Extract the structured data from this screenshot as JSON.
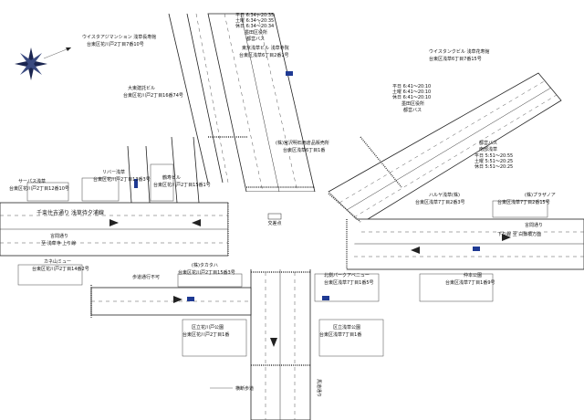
{
  "diagram": {
    "center_label": "交差点",
    "buildings": [
      {
        "name": "ウイスタアジマンション 浅草長寿館",
        "address": "台東区花川戸2丁目7番10号"
      },
      {
        "name": "東京浅草ビル 浅草寺院",
        "address": "台東区浅草6丁目2番1号"
      },
      {
        "name": "ウイスタンクビル 浅草花寿館",
        "address": "台東区浅草6丁目7番15号"
      },
      {
        "name": "大東建託ビル",
        "address": "台東区花川戸2丁目16番74号"
      },
      {
        "name": "(株)宮沢明石雨倉品販売所",
        "address": "台東区浅草6丁目1番"
      },
      {
        "name": "リバー浅草",
        "address": "台東区花川戸2丁目13番3号"
      },
      {
        "name": "サーパス浅草",
        "address": "台東区花川戸2丁目12番10号"
      },
      {
        "name": "鶴寿ビル",
        "address": "台東区花川戸2丁目15番1号"
      },
      {
        "name": "ハルヤ浅草(株)",
        "address": "台東区浅草7丁目2番3号"
      },
      {
        "name": "(株)プラザノア",
        "address": "台東区浅草7丁目2番15号"
      },
      {
        "name": "カネ山ミュー",
        "address": "台東区花川戸2丁目14番2号"
      },
      {
        "name": "(株)タカタハ",
        "address": "台東区花川戸2丁目15番3号"
      },
      {
        "name": "北側パークアベニュー",
        "address": "台東区浅草7丁目1番5号"
      },
      {
        "name": "仲本公園",
        "address": "台東区浅草7丁目1番9号"
      },
      {
        "name": "区立花川戸公園",
        "address": "台東区花川戸2丁目1番"
      },
      {
        "name": "区立浅草公園",
        "address": "台東区浅草7丁目1番"
      }
    ],
    "bus_times": [
      {
        "label": "平日 6:34〜20:35"
      },
      {
        "label": "土曜 6:34〜20:35"
      },
      {
        "label": "休日 6:34〜20:34"
      },
      {
        "label": "墨田区役所"
      },
      {
        "label": "都営バス"
      }
    ],
    "bus_times_right": [
      {
        "label": "平日 6:41〜20:10"
      },
      {
        "label": "土曜 6:41〜20:10"
      },
      {
        "label": "休日 6:41〜20:10"
      },
      {
        "label": "墨田区役所"
      },
      {
        "label": "都営バス"
      }
    ],
    "bus_times_lower": [
      {
        "label": "都営バス"
      },
      {
        "label": "南部浅草"
      },
      {
        "label": "平日 5:51〜20:55"
      },
      {
        "label": "土曜 5:51〜20:25"
      },
      {
        "label": "休日 5:51〜20:25"
      }
    ],
    "road_names": {
      "left": "言問通り",
      "left_sub": "至 浅草寺 上り線",
      "right": "言問通り",
      "right_sub": "下り線 至 白鬚橋方面",
      "bottom": "馬道通り",
      "left_big": "千束住吉通り 浅草待夕浦線"
    },
    "small_labels": {
      "bottom_left": "歩道通行不可",
      "legend": "横断歩道"
    }
  }
}
